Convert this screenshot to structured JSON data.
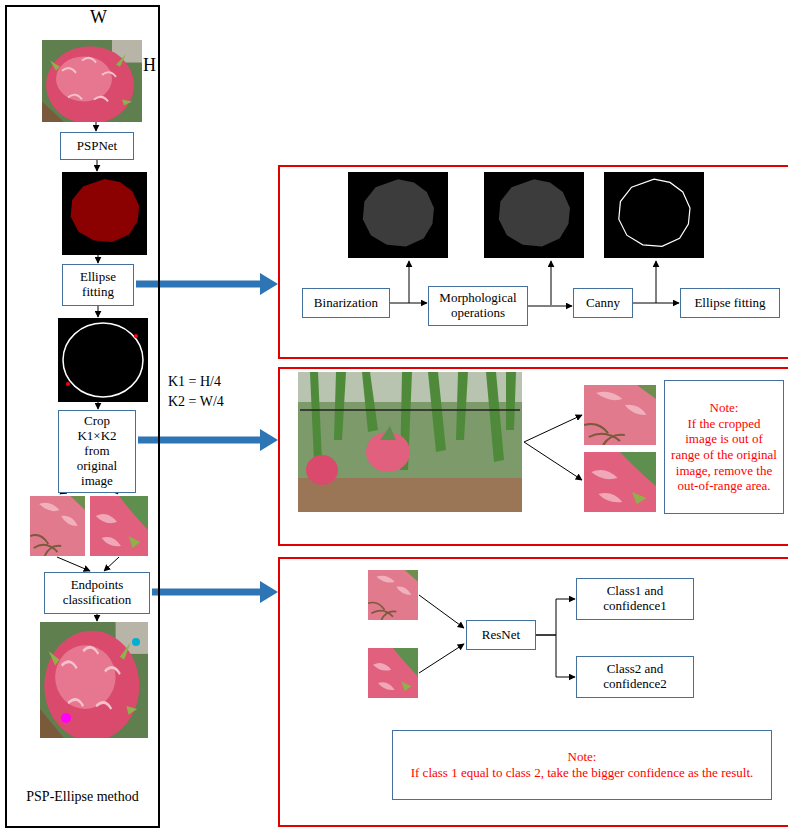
{
  "diagram": {
    "nodes": [
      {
        "text": [
          "PSP-Ellipse method"
        ]
      },
      {
        "text": [
          "PSPNet"
        ],
        "in": 0
      },
      {
        "text": [
          "Ellipse fitting"
        ],
        "in": 0
      },
      {
        "text": [
          "Crop K1×K2 from original image"
        ],
        "in": 0
      },
      {
        "text": [
          "Endpoints classification"
        ],
        "in": 0
      },
      {
        "text": [
          "Binarization"
        ]
      },
      {
        "text": [
          "Morphological operations"
        ]
      },
      {
        "text": [
          "Canny"
        ]
      },
      {
        "text": [
          "Ellipse fitting"
        ]
      },
      {
        "text": [
          "Note:",
          "If the cropped image is out of range of the original image, remove the out-of-range area."
        ]
      },
      {
        "text": [
          "ResNet"
        ]
      },
      {
        "text": [
          "Class1 and confidence1"
        ]
      },
      {
        "text": [
          "Class2 and confidence2"
        ]
      },
      {
        "text": [
          "Note:",
          "If class 1 equal to class 2, take the bigger confidence as the result."
        ]
      }
    ],
    "edges": [
      {
        "from": 5,
        "to": 6,
        "arrow": "to"
      },
      {
        "from": 6,
        "to": 7,
        "arrow": "to"
      },
      {
        "from": 7,
        "to": 8,
        "arrow": "to"
      },
      {
        "from": 10,
        "to": 11,
        "arrow": "to"
      },
      {
        "from": 10,
        "to": 12,
        "arrow": "to"
      }
    ],
    "labels": [
      "W",
      "H",
      "K1 = H/4",
      "K2 = W/4"
    ]
  }
}
